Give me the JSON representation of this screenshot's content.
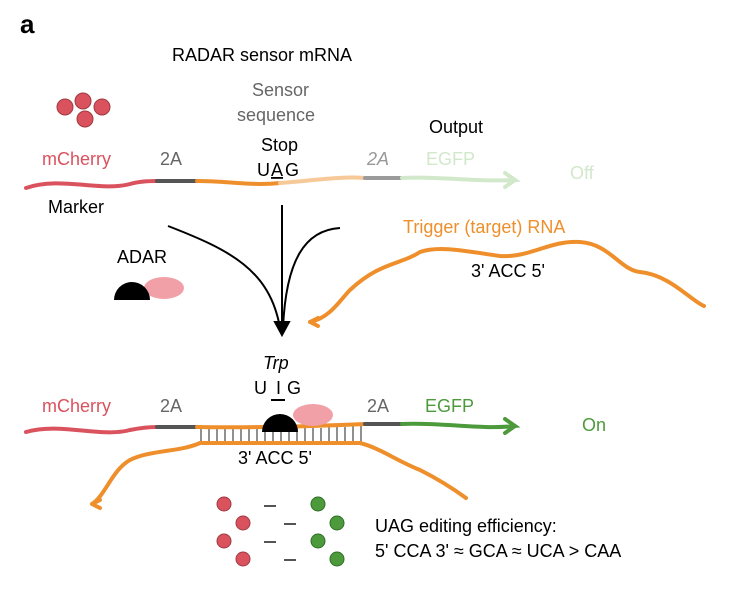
{
  "panel_label": "a",
  "top": {
    "title": "RADAR sensor mRNA",
    "sensor_line1": "Sensor",
    "sensor_line2": "sequence",
    "stop_label": "Stop",
    "codon_left": "U",
    "codon_mid": "A",
    "codon_right": "G",
    "output_label": "Output",
    "mcherry": "mCherry",
    "marker": "Marker",
    "twoA_first": "2A",
    "twoA_second": "2A",
    "egfp": "EGFP",
    "state": "Off",
    "trigger": "Trigger (target) RNA",
    "trigger_seq": "3' ACC 5'",
    "adar": "ADAR"
  },
  "bottom": {
    "amino_acid": "Trp",
    "codon_left": "U",
    "codon_mid": "I",
    "codon_right": "G",
    "mcherry": "mCherry",
    "twoA_first": "2A",
    "twoA_second": "2A",
    "egfp": "EGFP",
    "state": "On",
    "trigger_seq": "3' ACC 5'",
    "efficiency_line1": "UAG editing efficiency:",
    "efficiency_line2": "5' CCA 3' ≈ GCA ≈ UCA > CAA"
  },
  "colors": {
    "mcherry": "#d9525e",
    "egfp": "#4c9a3c",
    "trigger": "#ee8f2c",
    "faded_sensor": "#f7c999",
    "faded_egfp": "#d2e8cb",
    "gray_text": "#666666",
    "adar_body": "#000000",
    "adar_domain": "#f2a0a8"
  }
}
